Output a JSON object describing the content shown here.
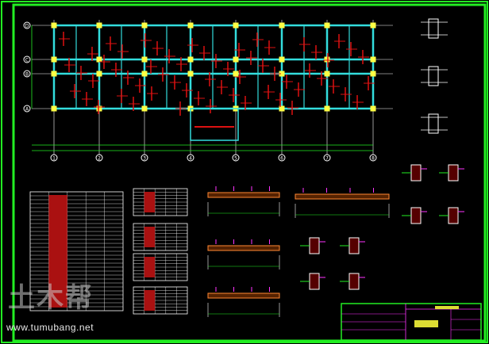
{
  "drawing": {
    "grid_columns": [
      "1",
      "2",
      "3",
      "4",
      "5",
      "6",
      "7",
      "8"
    ],
    "grid_rows": [
      "A",
      "B",
      "C",
      "D"
    ],
    "colors": {
      "frame": "#22ee22",
      "beam": "#33dddd",
      "column": "#ffff44",
      "rebar": "#dd1111",
      "dim": "#ff33ff",
      "line": "#ffffff"
    }
  },
  "watermark": {
    "logo": "土木帮",
    "url": "www.tumubang.net"
  }
}
